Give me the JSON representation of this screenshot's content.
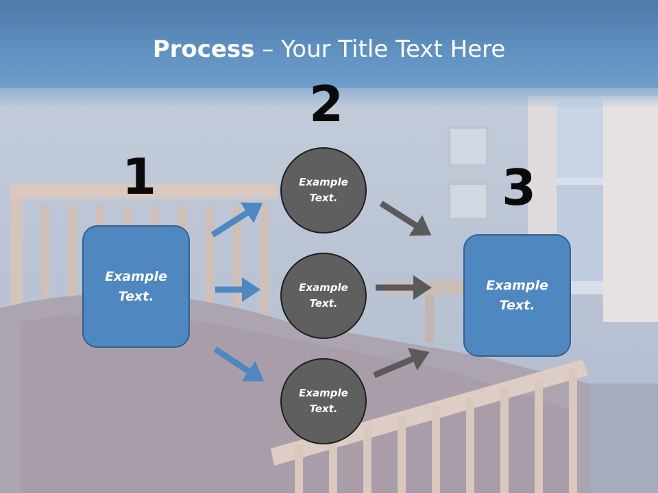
{
  "slide": {
    "title_bold": "Process",
    "title_rest": " – Your Title Text Here"
  },
  "steps": {
    "one": "1",
    "two": "2",
    "three": "3"
  },
  "boxes": {
    "start_line1": "Example",
    "start_line2": "Text.",
    "end_line1": "Example",
    "end_line2": "Text."
  },
  "circles": [
    {
      "line1": "Example",
      "line2": "Text."
    },
    {
      "line1": "Example",
      "line2": "Text."
    },
    {
      "line1": "Example",
      "line2": "Text."
    }
  ],
  "colors": {
    "header_blue": "#4a82b8",
    "box_blue": "#4f87c0",
    "circle_gray": "#5f5f5f",
    "arrow_blue": "#4f87c0",
    "arrow_gray": "#5a5a5a"
  }
}
